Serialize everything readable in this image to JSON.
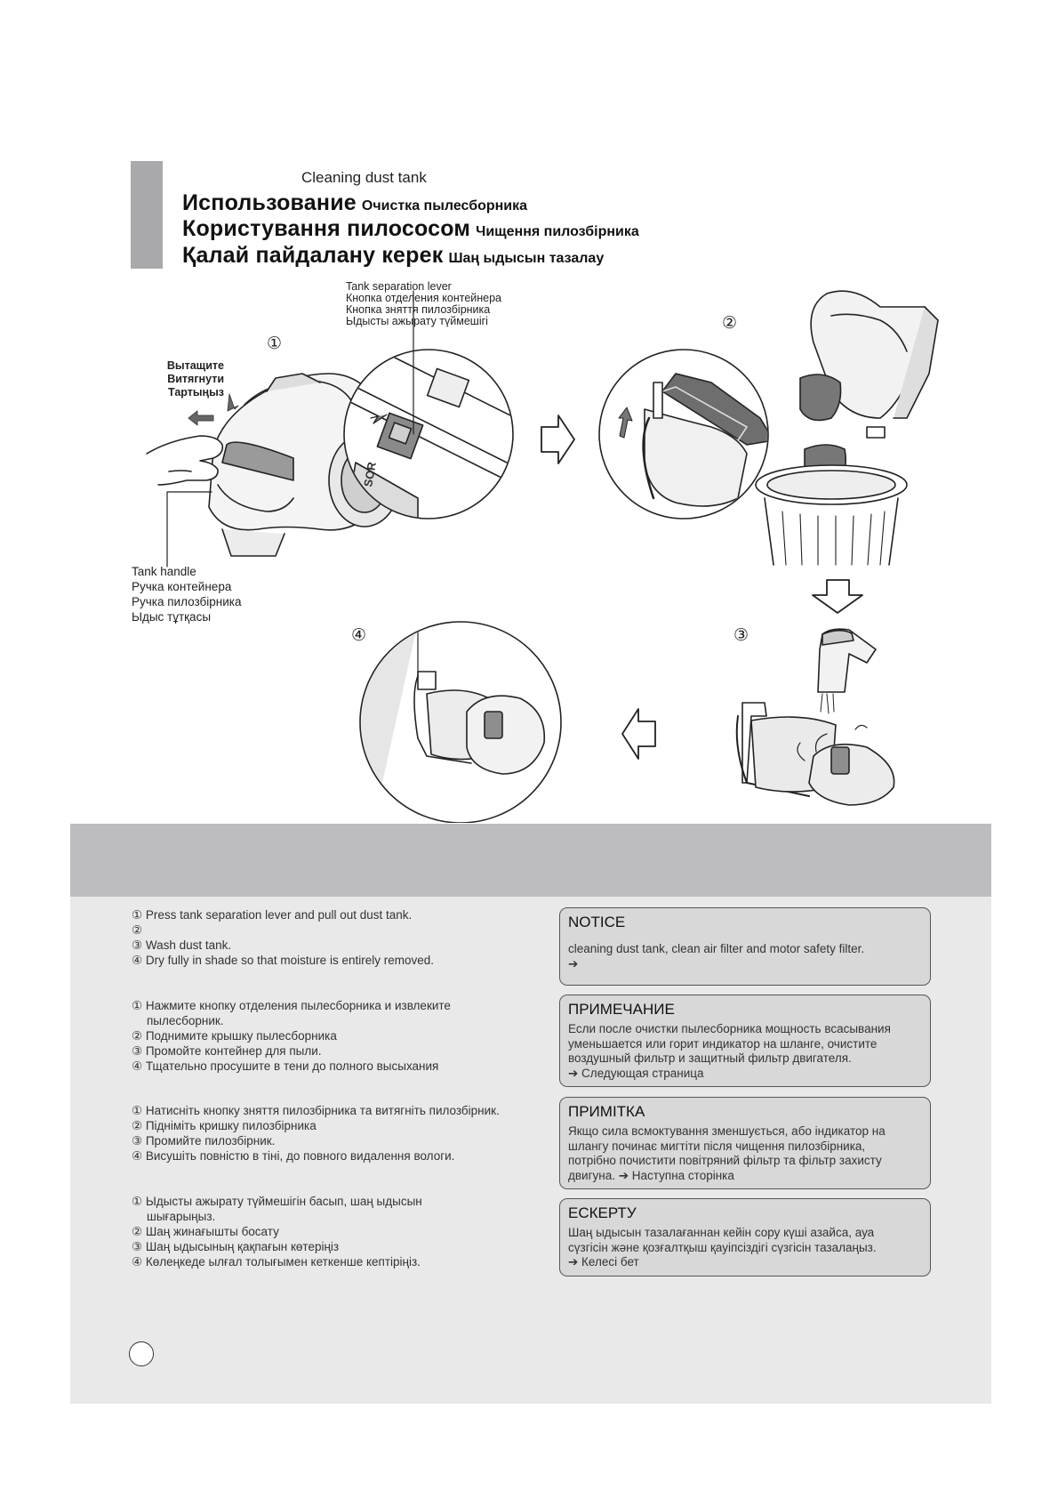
{
  "header": {
    "title_en": "Cleaning dust tank",
    "ru": {
      "big": "Использование",
      "small": "Очистка пылесборника"
    },
    "uk": {
      "big": "Користування пилососом",
      "small": "Чищення пилозбірника"
    },
    "kk": {
      "big": "Қалай пайдалану керек",
      "small": "Шаң ыдысын тазалау"
    }
  },
  "illustration": {
    "lever_label": [
      "Tank separation lever",
      "Кнопка отделения контейнера",
      "Кнопка зняття пилозбірника",
      "Ыдысты ажырату түймешігі"
    ],
    "pull_label": [
      "Вытащите",
      "Витягнути",
      "Тартыңыз"
    ],
    "handle_label": [
      "Tank handle",
      "Ручка контейнера",
      "Ручка пилозбірника",
      "Ыдыс тұтқасы"
    ],
    "step_numbers": [
      "①",
      "②",
      "③",
      "④"
    ],
    "sor_text": "SOR"
  },
  "steps": {
    "en": [
      "① Press tank separation lever and pull out dust tank.",
      "②",
      "③ Wash dust tank.",
      "④ Dry fully in shade so that moisture is entirely removed."
    ],
    "ru": [
      "① Нажмите кнопку отделения пылесборника и извлеките",
      "пылесборник.",
      "② Поднимите крышку пылесборника",
      "③ Промойте контейнер для пыли.",
      "④ Тщательно просушите в тени до полного высыхания"
    ],
    "uk": [
      "① Натисніть кнопку зняття пилозбірника та витягніть пилозбірник.",
      "② Підніміть кришку пилозбірника",
      "③ Промийте пилозбірник.",
      "④ Висушіть повністю в тіні, до повного видалення вологи."
    ],
    "kk": [
      "① Ыдысты ажырату түймешігін басып, шаң ыдысын",
      "шығарыңыз.",
      "② Шаң жинағышты босату",
      "③ Шаң ыдысының қақпағын көтеріңіз",
      "④ Көлеңкеде ылғал толығымен кеткенше кептіріңіз."
    ]
  },
  "notices": [
    {
      "heading": "NOTICE",
      "lines": [
        "",
        "cleaning dust tank, clean air filter and motor safety filter.",
        "➔"
      ]
    },
    {
      "heading": "ПРИМЕЧАНИЕ",
      "lines": [
        "Если после очистки пылесборника мощность всасывания",
        "уменьшается или горит индикатор на шланге, очистите",
        "воздушный фильтр и защитный фильтр двигателя.",
        "➔ Следующая страница"
      ]
    },
    {
      "heading": "ПРИМІТКА",
      "lines": [
        "Якщо сила всмоктування зменшується, або індикатор на",
        "шлангу починає мигтіти після чищення пилозбірника,",
        "потрібно почистити повітряний фільтр та фільтр захисту",
        "двигуна. ➔ Наступна сторінка"
      ]
    },
    {
      "heading": "ЕСКЕРТУ",
      "lines": [
        "Шаң ыдысын тазалағаннан кейін сору күші азайса, ауа",
        "сүзгісін және қозғалтқыш қауіпсіздігі сүзгісін тазалаңыз.",
        "➔ Келесі бет"
      ]
    }
  ]
}
